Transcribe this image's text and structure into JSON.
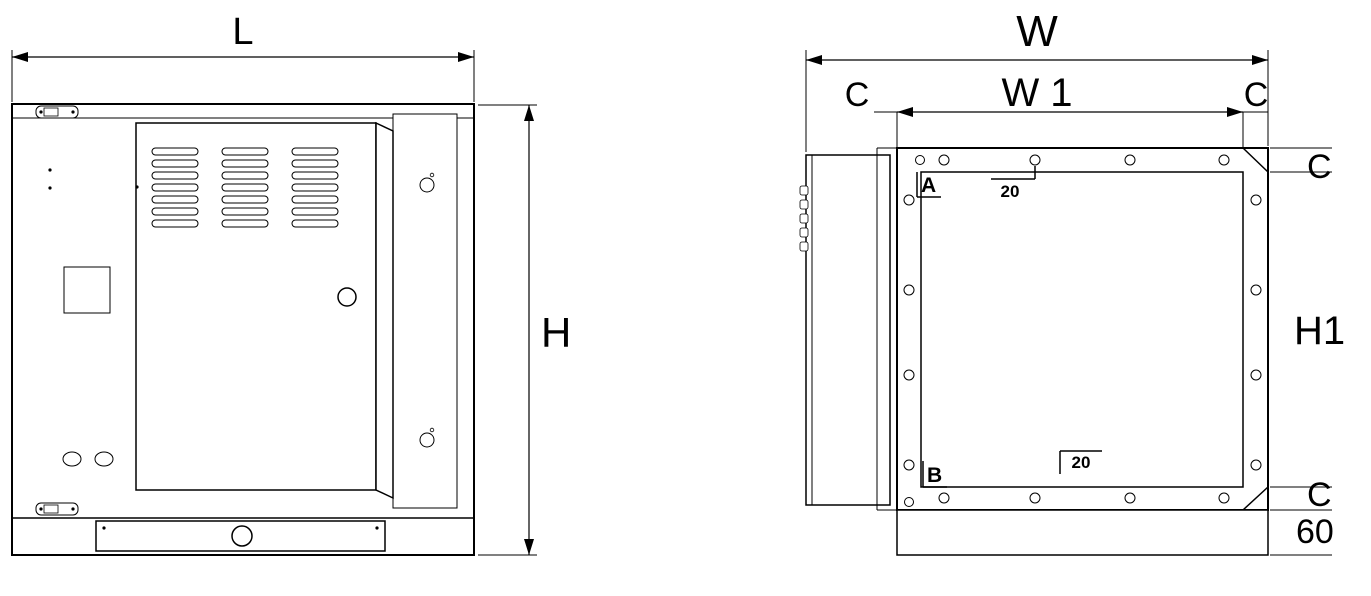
{
  "palette": {
    "background": "#ffffff",
    "line_color": "#000000"
  },
  "side_view": {
    "dim_length": "L",
    "dim_height": "H"
  },
  "rear_view": {
    "dim_width": "W",
    "dim_width_inner": "W 1",
    "dim_corner_left": "C",
    "dim_corner_right": "C",
    "dim_corner_top": "C",
    "dim_inner_height": "H1",
    "dim_corner_bottom": "C",
    "dim_base_height": "60",
    "callout_a": "A",
    "callout_b": "B",
    "dim_hole_offset_top": "20",
    "dim_hole_offset_bottom": "20"
  }
}
